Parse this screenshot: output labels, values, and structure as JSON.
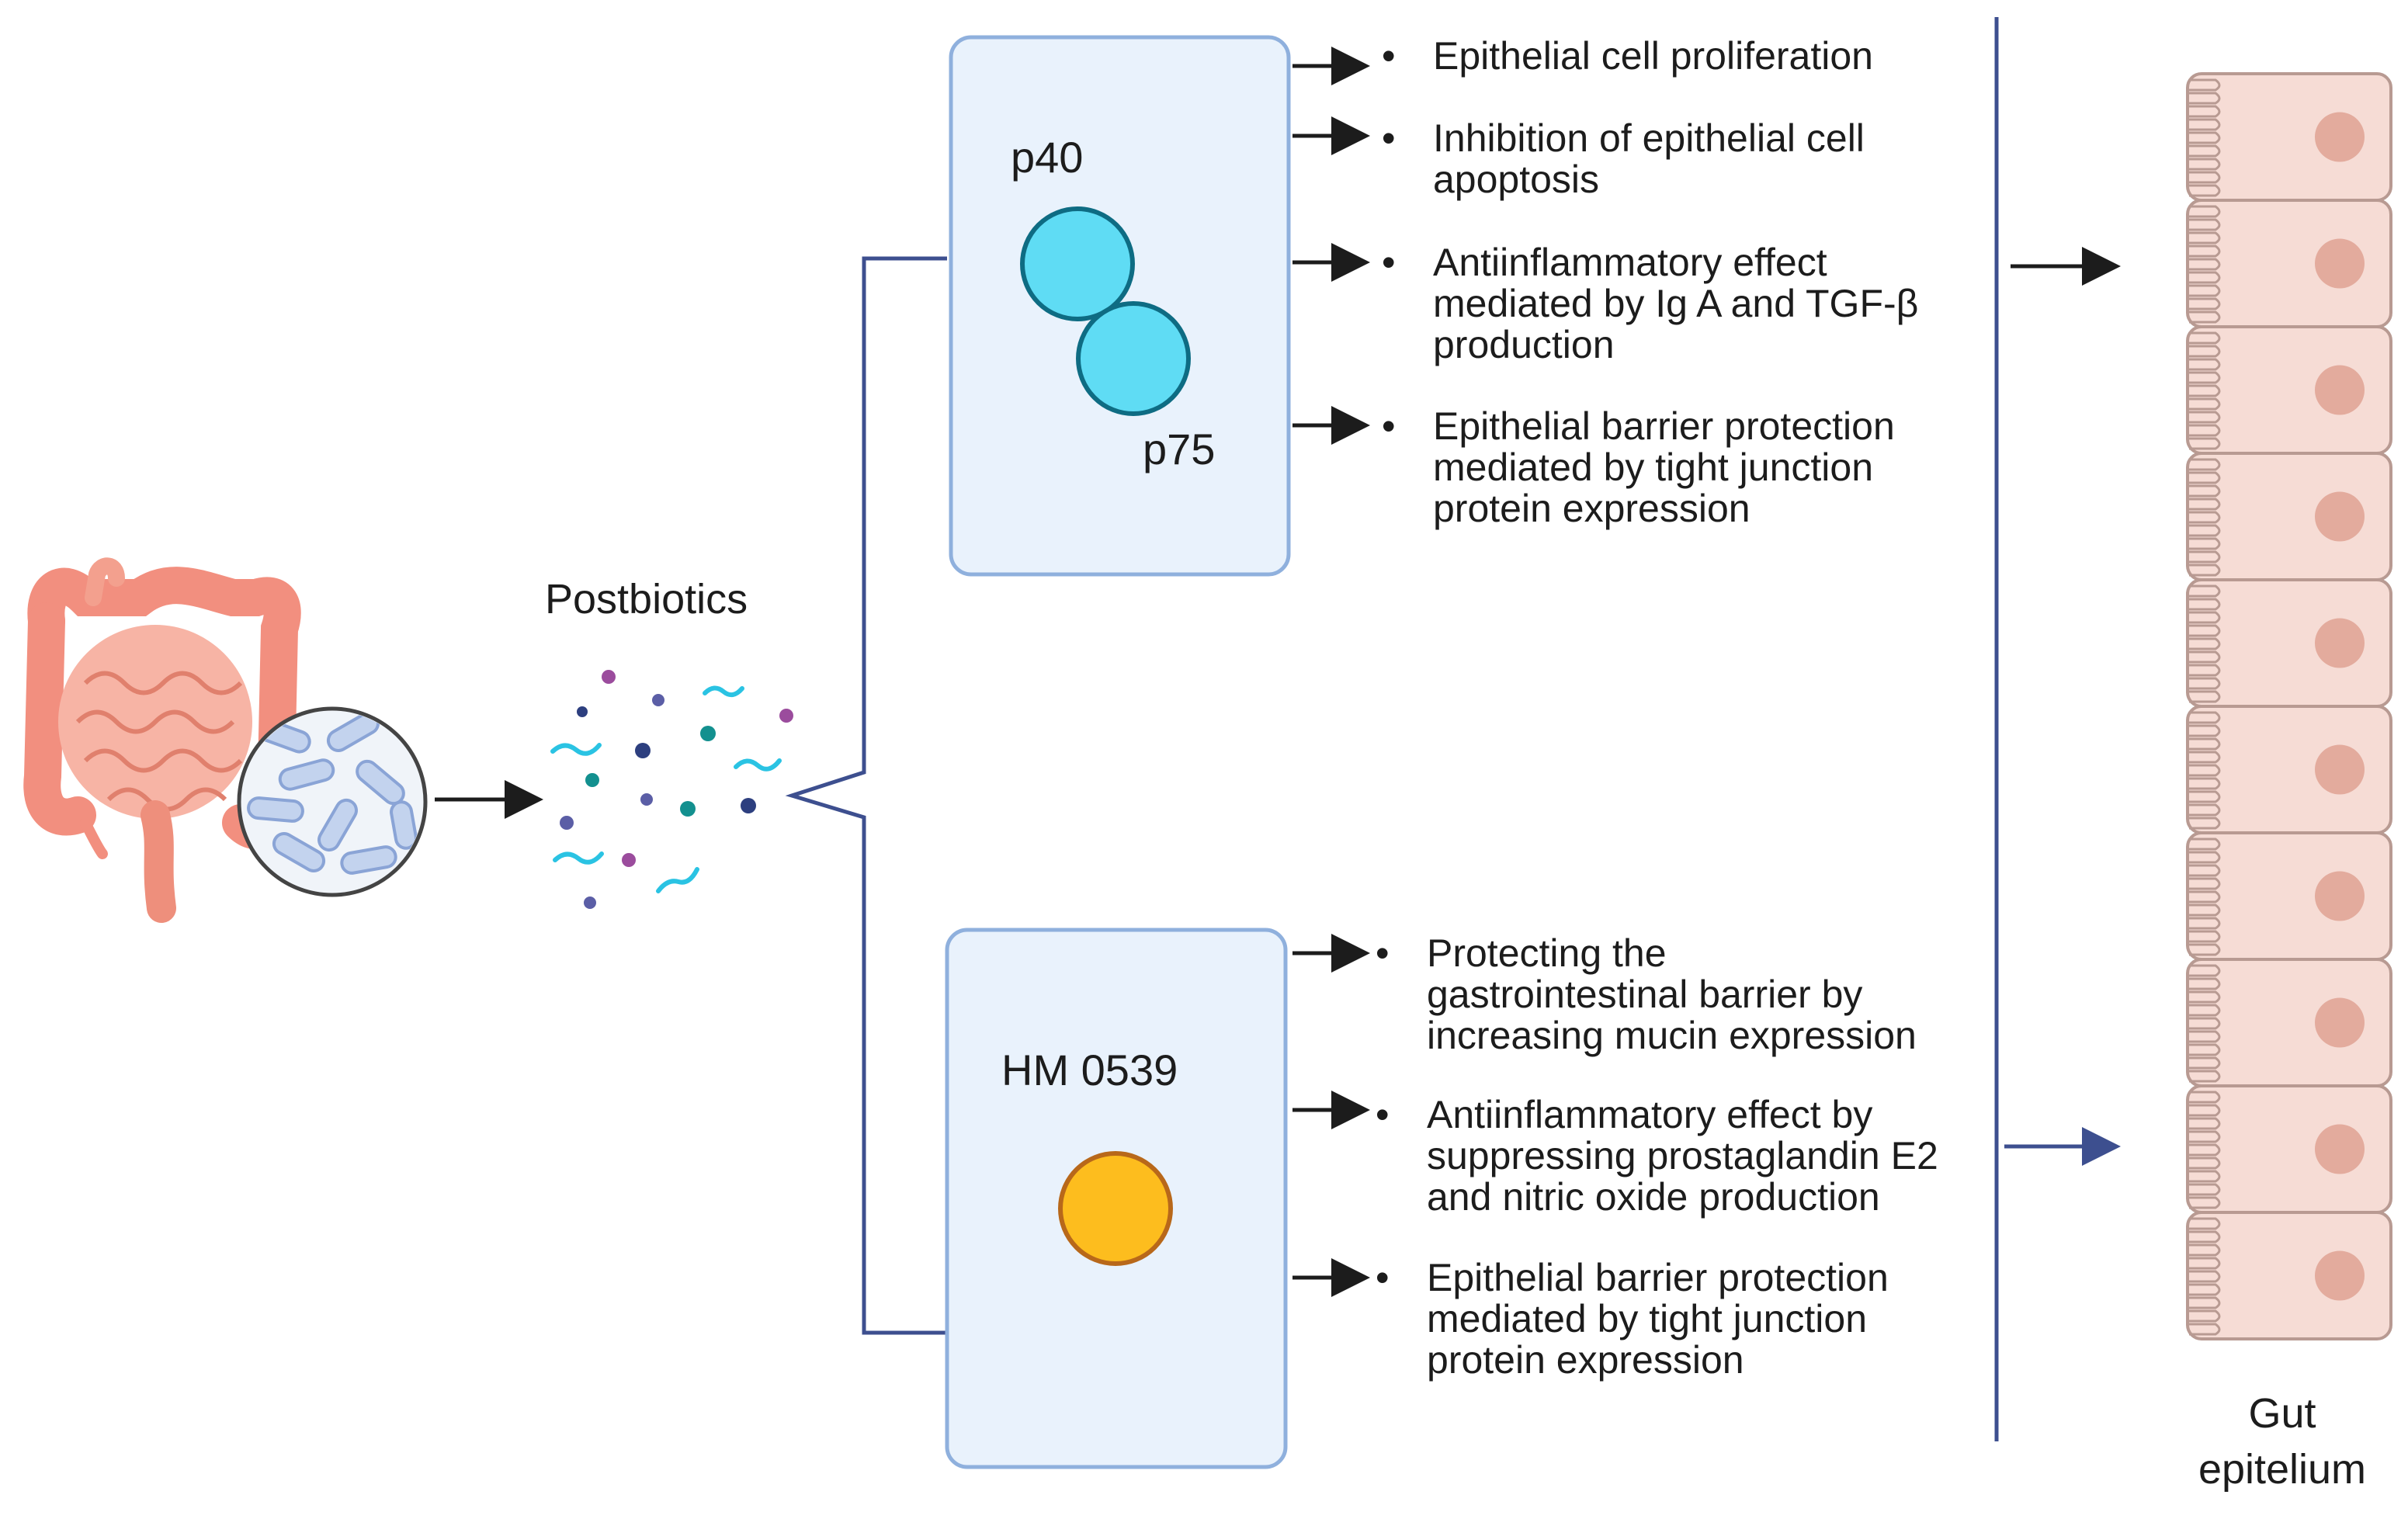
{
  "source_label": "Postbiotics",
  "top_box": {
    "protein_a_label": "p40",
    "protein_b_label": "p75",
    "effects": [
      "Epithelial cell proliferation",
      "Inhibition of epithelial cell\napoptosis",
      "Antiinflammatory effect\nmediated by Ig A and TGF-β\nproduction",
      "Epithelial barrier protection\nmediated by tight junction\nprotein expression"
    ]
  },
  "bottom_box": {
    "protein_label": "HM 0539",
    "effects": [
      "Protecting the\ngastrointestinal barrier by\nincreasing mucin expression",
      "Antiinflammatory effect by\nsuppressing prostaglandin E2\nand nitric oxide production",
      "Epithelial barrier protection\nmediated by tight junction\nprotein expression"
    ]
  },
  "target_label": "Gut\nepitelium",
  "colors": {
    "bracket": "#3d4f8f",
    "box_fill": "#e9f2fc",
    "box_border": "#8fb0dd",
    "protein_p40_p75": "#5fdcf4",
    "protein_hm0539": "#fdbd1e",
    "gut_cell": "#f6dcd5",
    "gut_nucleus": "#e3ab9d",
    "intestine": "#f28f7f"
  },
  "icons": [
    "intestine-icon",
    "bacteria-magnifier-icon",
    "postbiotic-molecules-icon",
    "arrow-icon"
  ]
}
